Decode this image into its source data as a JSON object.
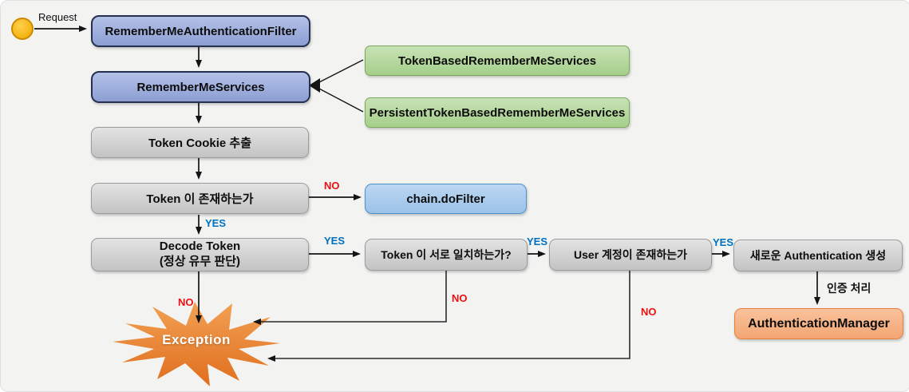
{
  "nodes": {
    "filter": "RememberMeAuthenticationFilter",
    "services": "RememberMeServices",
    "token_based": "TokenBasedRememberMeServices",
    "persistent": "PersistentTokenBasedRememberMeServices",
    "extract": "Token Cookie 추출",
    "exists": "Token 이 존재하는가",
    "chain": "chain.doFilter",
    "decode1": "Decode Token",
    "decode2": "(정상 유무 판단)",
    "match": "Token 이 서로 일치하는가?",
    "user": "User 계정이 존재하는가",
    "newauth": "새로운 Authentication 생성",
    "manager": "AuthenticationManager",
    "exception": "Exception"
  },
  "labels": {
    "request": "Request",
    "yes": "YES",
    "no": "NO",
    "auth_process": "인증 처리"
  },
  "colors": {
    "yes_label": "#0070c0",
    "no_label": "#ee1111",
    "blue_box": "#95a5d6",
    "blue_border": "#26304f",
    "green_box": "#aed395",
    "green_border": "#7aa95a",
    "gray_box": "#d2d2d2",
    "gray_border": "#9c9c9c",
    "lightblue_box": "#a9c9ec",
    "lightblue_border": "#4f8fcc",
    "salmon_box": "#f6b183",
    "salmon_border": "#e5813f",
    "star_fill": "#ec7c28",
    "start_circle": "#f6b211",
    "background": "#f3f4f2"
  }
}
